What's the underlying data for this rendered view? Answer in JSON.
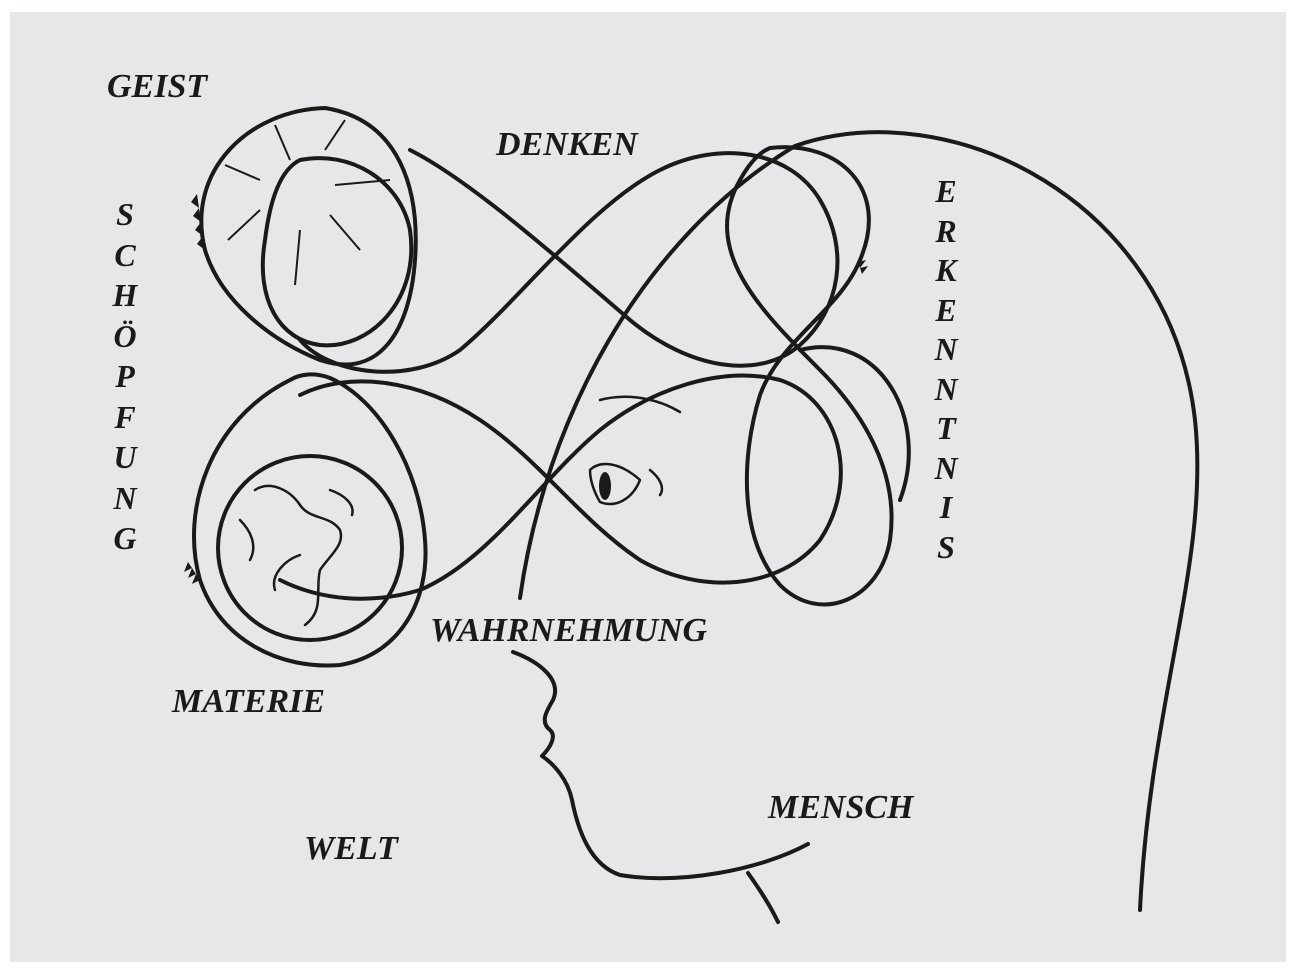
{
  "labels": {
    "geist": "GEIST",
    "denken": "DENKEN",
    "wahrnehmung": "WAHRNEHMUNG",
    "materie": "MATERIE",
    "welt": "WELT",
    "mensch": "MENSCH"
  },
  "vertical_labels": {
    "schoepfung": [
      "S",
      "C",
      "H",
      "Ö",
      "P",
      "F",
      "U",
      "N",
      "G"
    ],
    "erkenntnis": [
      "E",
      "R",
      "K",
      "E",
      "N",
      "N",
      "T",
      "N",
      "I",
      "S"
    ]
  },
  "colors": {
    "background": "#e6e7e9",
    "ink": "#1a1a1a"
  },
  "icons": [
    "globe-icon",
    "eye-icon",
    "arrow-icon"
  ]
}
